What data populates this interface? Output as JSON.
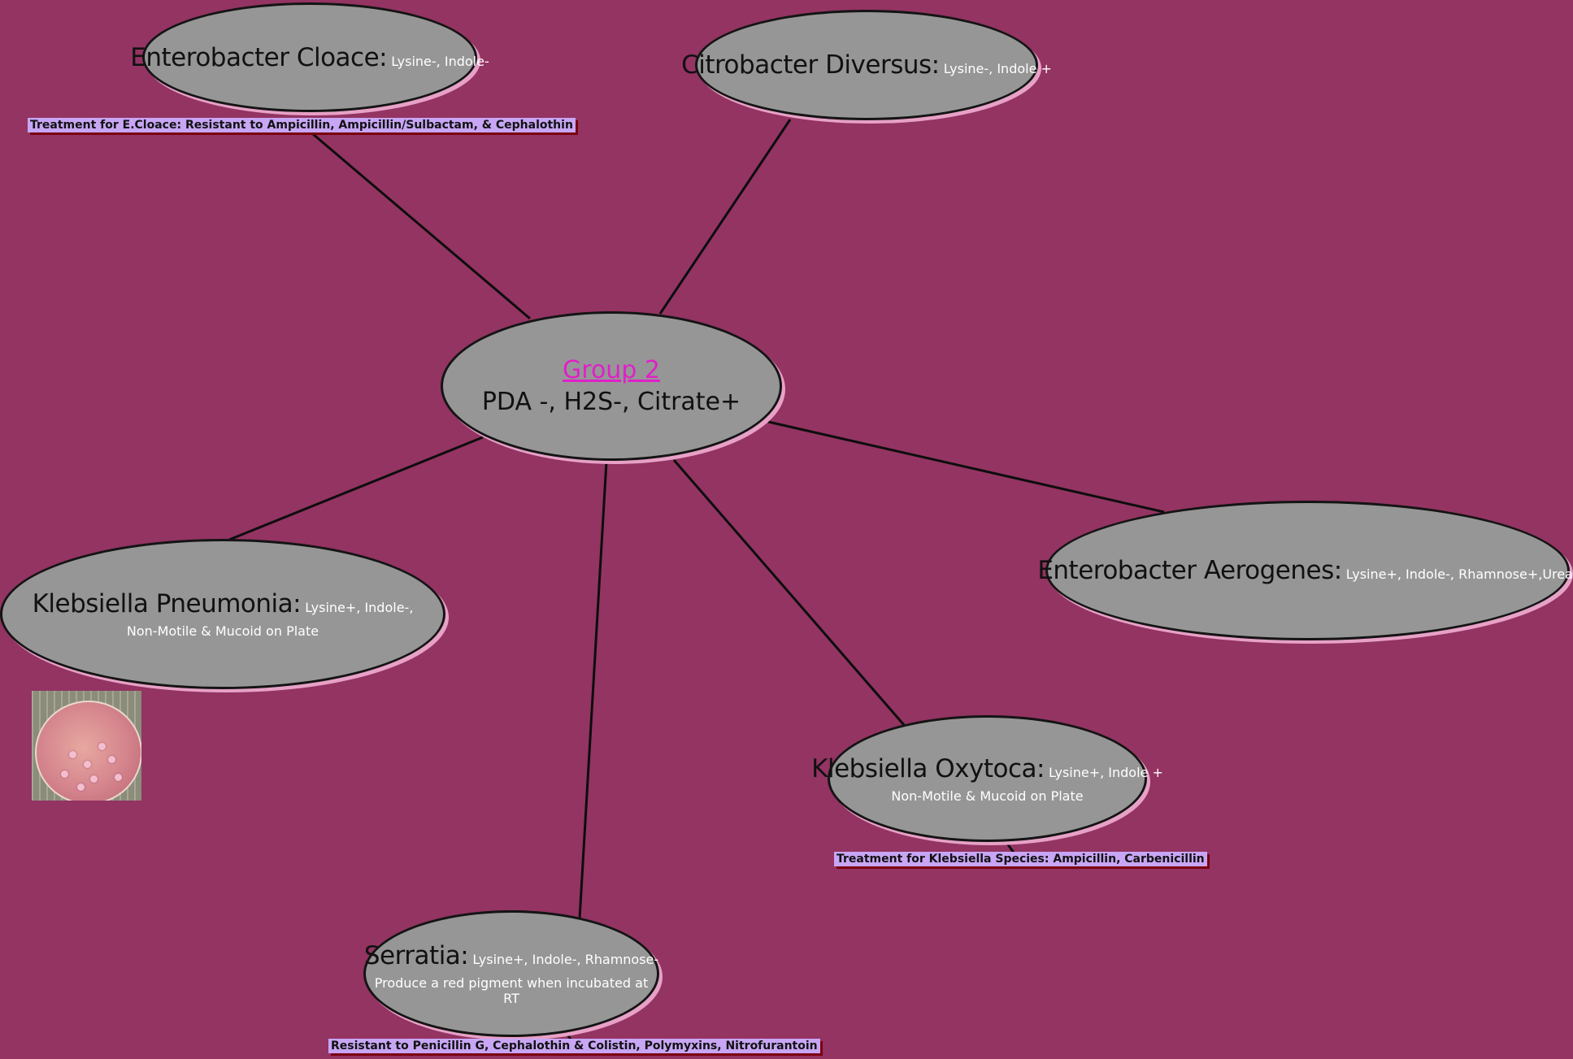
{
  "center": {
    "title": "Group 2",
    "subtitle": "PDA -, H2S-, Citrate+"
  },
  "nodes": {
    "enterobacter_cloace": {
      "title": "Enterobacter Cloace:",
      "desc": "Lysine-, Indole-"
    },
    "citrobacter_diversus": {
      "title": "Citrobacter Diversus:",
      "desc": "Lysine-, Indole +"
    },
    "klebsiella_pneumonia": {
      "title": "Klebsiella Pneumonia:",
      "desc": "Lysine+, Indole-,",
      "sub": "Non-Motile & Mucoid on Plate"
    },
    "enterobacter_aerogenes": {
      "title": "Enterobacter Aerogenes:",
      "desc": "Lysine+, Indole-, Rhamnose+,Urea-"
    },
    "klebsiella_oxytoca": {
      "title": "Klebsiella Oxytoca:",
      "desc": "Lysine+, Indole +",
      "sub": "Non-Motile & Mucoid on Plate"
    },
    "serratia": {
      "title": "Serratia:",
      "desc": "Lysine+, Indole-, Rhamnose-",
      "sub": "Produce a red pigment when incubated at RT"
    }
  },
  "notes": {
    "cloace_treatment": "Treatment for E.Cloace: Resistant to Ampicillin, Ampicillin/Sulbactam, & Cephalothin",
    "klebsiella_treatment": "Treatment for Klebsiella Species: Ampicillin, Carbenicillin",
    "serratia_resistance": "Resistant to Penicillin G, Cephalothin & Colistin, Polymyxins, Nitrofurantoin"
  },
  "image": {
    "subject": "klebsiella-pneumonia-culture-plate"
  },
  "colors": {
    "background": "#933462",
    "node_fill": "#969696",
    "node_shadow": "#e7a1c6",
    "center_title": "#e020c8",
    "note_fill": "#c8a6f5"
  }
}
